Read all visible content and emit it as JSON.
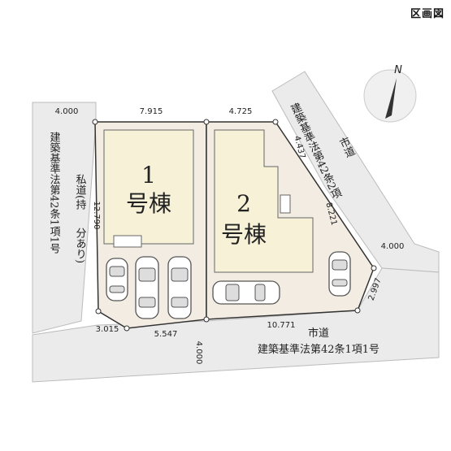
{
  "header": {
    "title": "区画図"
  },
  "compass": {
    "label": "N"
  },
  "lots": [
    {
      "number": "1",
      "label": "号棟"
    },
    {
      "number": "2",
      "label": "号棟"
    }
  ],
  "roads": {
    "left_line1": "私道(持",
    "left_line1b": "分あり)",
    "left_line2": "建築基準法第42条1項1号",
    "top_right_line1": "市道",
    "top_right_line2": "建築基準法第42条2項",
    "bottom_line1": "市道",
    "bottom_line2": "建築基準法第42条1項1号"
  },
  "dimensions": {
    "top_left_road": "4.000",
    "top_lot1": "7.915",
    "top_lot2": "4.725",
    "left_side": "12.790",
    "right_diag_a": "4.437",
    "right_diag_b": "8.221",
    "right_road": "4.000",
    "right_short": "2.997",
    "bottom_right": "10.771",
    "bottom_mid": "5.547",
    "bottom_corner": "3.015",
    "bottom_road": "4.000"
  },
  "colors": {
    "lot_fill": "#f2ece2",
    "building_fill": "#f7f1d8",
    "road_fill": "#ebebeb",
    "outline": "#333333"
  }
}
